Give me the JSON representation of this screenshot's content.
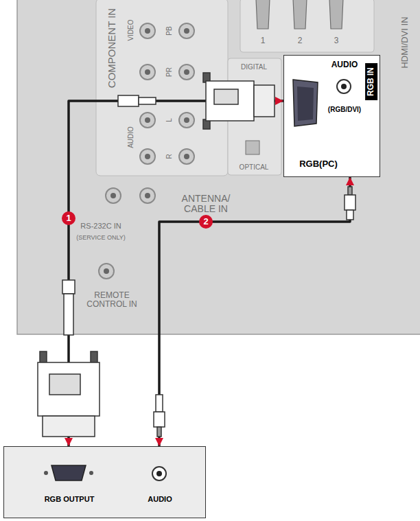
{
  "diagram": {
    "nodes": [
      {
        "text": [
          "RGB IN",
          "AUDIO",
          "(RGB/DVI)",
          "RGB(PC)"
        ]
      },
      {
        "text": [
          "RGB OUTPUT",
          "AUDIO"
        ]
      }
    ],
    "edges": [
      {
        "from": 1,
        "to": 0,
        "arrow": "both",
        "label": "1"
      },
      {
        "from": 1,
        "to": 0,
        "arrow": "both",
        "label": "2"
      }
    ],
    "labels": [
      "COMPONENT IN",
      "VIDEO",
      "PB",
      "PR",
      "AUDIO",
      "L",
      "R",
      "DIGITAL",
      "OPTICAL",
      "1",
      "2",
      "3",
      "HDMI/DVI IN",
      "ANTENNA/ CABLE IN",
      "RS-232C IN",
      "(SERVICE ONLY)",
      "REMOTE CONTROL IN"
    ]
  }
}
